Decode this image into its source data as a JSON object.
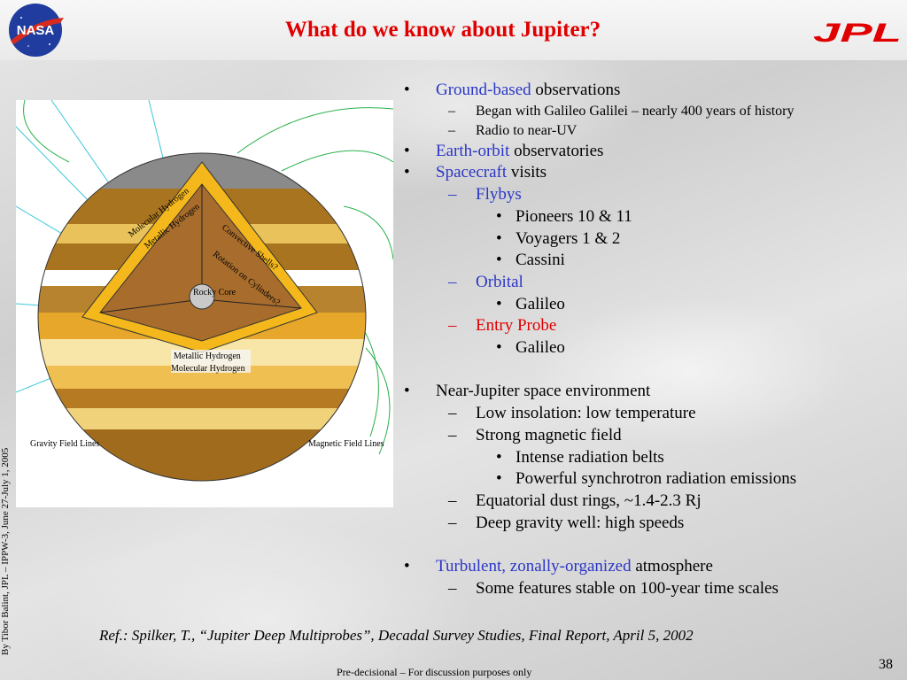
{
  "header": {
    "title": "What do we know about Jupiter?",
    "nasa_logo_text": "NASA",
    "jpl_logo_text": "JPL"
  },
  "figure": {
    "labels": {
      "molecular_hydrogen_top": "Molecular Hydrogen",
      "metallic_hydrogen_top": "Metallic Hydrogen",
      "convective_shells": "Convective Shells?",
      "rotation_on_cylinders": "Rotation on Cylinders?",
      "rocky_core": "Rocky Core",
      "metallic_hydrogen_band": "Metallic Hydrogen",
      "molecular_hydrogen_band": "Molecular Hydrogen",
      "gravity_field_lines": "Gravity Field Lines",
      "magnetic_field_lines": "Magnetic Field Lines"
    }
  },
  "side_credit": "By Tibor Balint, JPL – IPPW-3, June 27-July 1, 2005",
  "bullets": {
    "b1": {
      "hl": "Ground-based",
      "rest": " observations"
    },
    "b1_1": "Began with Galileo Galilei – nearly 400 years of history",
    "b1_2": "Radio to near-UV",
    "b2": {
      "hl": "Earth-orbit",
      "rest": " observatories"
    },
    "b3": {
      "hl": "Spacecraft",
      "rest": " visits"
    },
    "b3_1": "Flybys",
    "b3_1_1": "Pioneers 10 & 11",
    "b3_1_2": "Voyagers 1 & 2",
    "b3_1_3": "Cassini",
    "b3_2": "Orbital",
    "b3_2_1": "Galileo",
    "b3_3": "Entry Probe",
    "b3_3_1": "Galileo",
    "b4": "Near-Jupiter space environment",
    "b4_1": "Low insolation:  low temperature",
    "b4_2": "Strong magnetic field",
    "b4_2_1": "Intense radiation belts",
    "b4_2_2": "Powerful synchrotron radiation emissions",
    "b4_3": "Equatorial dust rings, ~1.4-2.3 Rj",
    "b4_4": "Deep gravity well:  high speeds",
    "b5": {
      "hl": "Turbulent, zonally-organized",
      "rest": " atmosphere"
    },
    "b5_1": "Some features stable on 100-year time scales"
  },
  "markers": {
    "bullet": "•",
    "dash": "–"
  },
  "reference": "Ref.: Spilker, T., “Jupiter Deep Multiprobes”, Decadal Survey Studies, Final Report, April 5, 2002",
  "footer": "Pre-decisional – For discussion purposes only",
  "page_number": "38",
  "colors": {
    "title": "#e00000",
    "highlight": "#2a36c6",
    "entry_probe": "#e00000"
  }
}
